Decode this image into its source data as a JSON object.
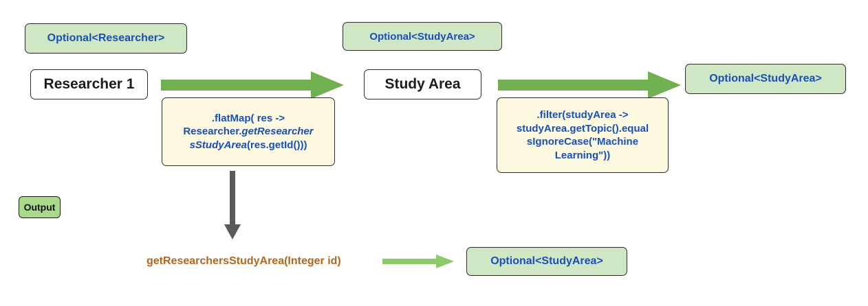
{
  "diagram": {
    "title": "Optional flatMap/filter chain",
    "background": "#ffffff",
    "colors": {
      "type_box_fill": "#cfe7c4",
      "note_fill": "#fdf8e0",
      "blue_text": "#1a4fb5",
      "brown_text": "#b5651d",
      "arrow_green": "#70b050",
      "arrow_green_light": "#8cc96a",
      "arrow_gray": "#5a5a5a",
      "output_fill": "#a9da8b",
      "border": "#2b2b2b"
    }
  },
  "nodes": {
    "optional_researcher": {
      "label": "Optional<Researcher>"
    },
    "optional_studyarea_mid": {
      "label": "Optional<StudyArea>"
    },
    "optional_studyarea_right": {
      "label": "Optional<StudyArea>"
    },
    "optional_studyarea_bottom": {
      "label": "Optional<StudyArea>"
    },
    "researcher": {
      "label": "Researcher 1"
    },
    "study_area": {
      "label": "Study Area"
    },
    "output_badge": {
      "label": "Output"
    }
  },
  "notes": {
    "flatmap": {
      "line1": ".flatMap( res ->",
      "line2_plain": "Researcher.",
      "line2_em": "getResearcher",
      "line3_em": "sStudyArea",
      "line3_plain": "(res.getId()))",
      "full_text": ".flatMap( res -> Researcher.getResearchersStudyArea(res.getId()))"
    },
    "filter": {
      "line1": ".filter(studyArea ->",
      "line2": "studyArea.getTopic().equal",
      "line3": "sIgnoreCase(\"Machine",
      "line4": "Learning\"))",
      "full_text": ".filter(studyArea -> studyArea.getTopic().equalsIgnoreCase(\"Machine Learning\"))"
    }
  },
  "signature": {
    "method": "getResearchersStudyArea(Integer id)"
  },
  "arrows": {
    "researcher_to_studyarea": {
      "name": "flatmap-arrow",
      "direction": "right",
      "color": "#70b050"
    },
    "studyarea_to_optional": {
      "name": "filter-arrow",
      "direction": "right",
      "color": "#70b050"
    },
    "flatmap_to_signature": {
      "name": "drilldown-arrow",
      "direction": "down",
      "color": "#5a5a5a"
    },
    "signature_to_result": {
      "name": "returns-arrow",
      "direction": "right",
      "color": "#8cc96a"
    }
  }
}
